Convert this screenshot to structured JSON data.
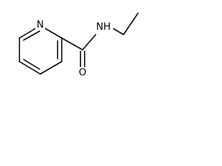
{
  "molecule": {
    "atoms": {
      "ring_nitrogen": "N",
      "amide_nitrogen": "NH",
      "carbonyl_oxygen": "O"
    }
  },
  "colors": {
    "bond": "#000000",
    "background": "#ffffff"
  }
}
